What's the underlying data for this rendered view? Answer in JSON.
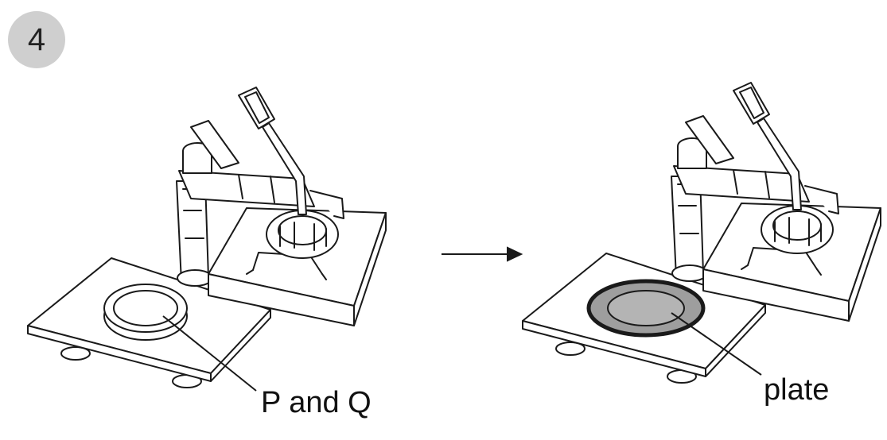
{
  "step": {
    "number": "4"
  },
  "figures": [
    {
      "id": "before",
      "callout": "P and Q"
    },
    {
      "id": "after",
      "callout": "plate"
    }
  ],
  "colors": {
    "line": "#1a1a1a",
    "plate_fill": "#9e9e9e",
    "badge": "#cfcfcf"
  }
}
